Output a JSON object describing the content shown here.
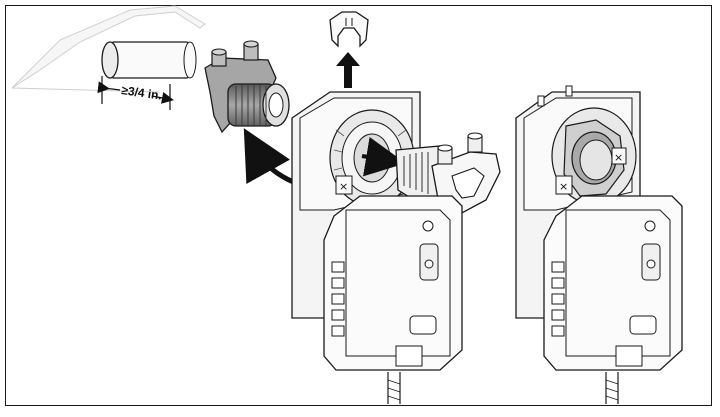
{
  "figure": {
    "dimension_label": "≥3/4 in.",
    "colors": {
      "outline": "#1a1a1a",
      "body": "#f2f2f2",
      "clamp": "#9c9c9c",
      "clamp_dark": "#6f6f6f",
      "arrow": "#111111"
    },
    "components": [
      "shaft-end",
      "removed-shaft-clamp",
      "retaining-clip",
      "actuator-with-clamp",
      "actuator-without-clamp"
    ]
  }
}
